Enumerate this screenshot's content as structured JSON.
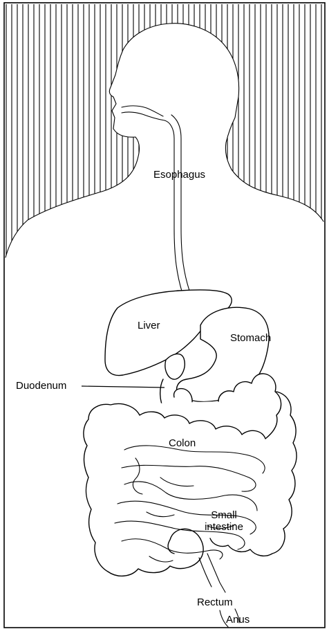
{
  "labels": {
    "esophagus": "Esophagus",
    "liver": "Liver",
    "stomach": "Stomach",
    "duodenum": "Duodenum",
    "colon": "Colon",
    "small_intestine_line1": "Small",
    "small_intestine_line2": "intestine",
    "rectum": "Rectum",
    "anus": "Anus"
  },
  "colors": {
    "ink": "#000000",
    "paper": "#ffffff"
  }
}
